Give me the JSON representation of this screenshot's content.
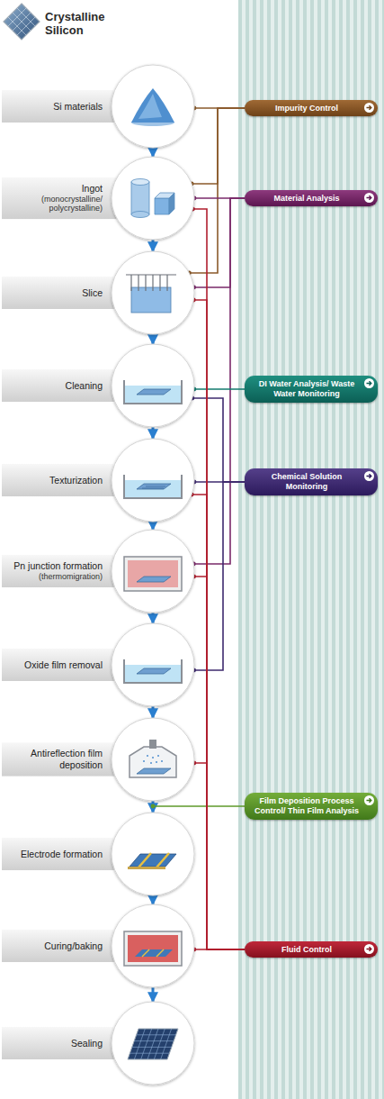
{
  "diagram": {
    "title": "Crystalline Silicon",
    "nodes": [
      {
        "text": [
          "Si materials"
        ]
      },
      {
        "text": [
          "Ingot",
          "(monocrystalline/ polycrystalline)"
        ]
      },
      {
        "text": [
          "Slice"
        ]
      },
      {
        "text": [
          "Cleaning"
        ]
      },
      {
        "text": [
          "Texturization"
        ]
      },
      {
        "text": [
          "Pn junction formation",
          "(thermomigration)"
        ]
      },
      {
        "text": [
          "Oxide film removal"
        ]
      },
      {
        "text": [
          "Antireflection film deposition"
        ]
      },
      {
        "text": [
          "Electrode formation"
        ]
      },
      {
        "text": [
          "Curing/baking"
        ]
      },
      {
        "text": [
          "Sealing"
        ]
      },
      {
        "text": [
          "Impurity Control"
        ]
      },
      {
        "text": [
          "Material Analysis"
        ]
      },
      {
        "text": [
          "DI Water Analysis/ Waste Water Monitoring"
        ]
      },
      {
        "text": [
          "Chemical Solution Monitoring"
        ]
      },
      {
        "text": [
          "Film Deposition Process Control/ Thin Film Analysis"
        ]
      },
      {
        "text": [
          "Fluid Control"
        ]
      }
    ],
    "edges": [
      {
        "from": 0,
        "to": 1,
        "arrow": "to"
      },
      {
        "from": 1,
        "to": 2,
        "arrow": "to"
      },
      {
        "from": 2,
        "to": 3,
        "arrow": "to"
      },
      {
        "from": 3,
        "to": 4,
        "arrow": "to"
      },
      {
        "from": 4,
        "to": 5,
        "arrow": "to"
      },
      {
        "from": 5,
        "to": 6,
        "arrow": "to"
      },
      {
        "from": 6,
        "to": 7,
        "arrow": "to"
      },
      {
        "from": 7,
        "to": 8,
        "arrow": "to"
      },
      {
        "from": 8,
        "to": 9,
        "arrow": "to"
      },
      {
        "from": 9,
        "to": 10,
        "arrow": "to"
      },
      {
        "from": 0,
        "to": 11,
        "arrow": "none"
      },
      {
        "from": 1,
        "to": 11,
        "arrow": "none"
      },
      {
        "from": 2,
        "to": 11,
        "arrow": "none"
      },
      {
        "from": 1,
        "to": 12,
        "arrow": "none"
      },
      {
        "from": 2,
        "to": 12,
        "arrow": "none"
      },
      {
        "from": 5,
        "to": 12,
        "arrow": "none"
      },
      {
        "from": 3,
        "to": 13,
        "arrow": "none"
      },
      {
        "from": 3,
        "to": 14,
        "arrow": "none"
      },
      {
        "from": 4,
        "to": 14,
        "arrow": "none"
      },
      {
        "from": 6,
        "to": 14,
        "arrow": "none"
      },
      {
        "from": 7,
        "to": 15,
        "arrow": "none"
      },
      {
        "from": 1,
        "to": 16,
        "arrow": "none"
      },
      {
        "from": 2,
        "to": 16,
        "arrow": "none"
      },
      {
        "from": 4,
        "to": 16,
        "arrow": "none"
      },
      {
        "from": 5,
        "to": 16,
        "arrow": "none"
      },
      {
        "from": 7,
        "to": 16,
        "arrow": "none"
      },
      {
        "from": 9,
        "to": 16,
        "arrow": "none"
      }
    ]
  }
}
